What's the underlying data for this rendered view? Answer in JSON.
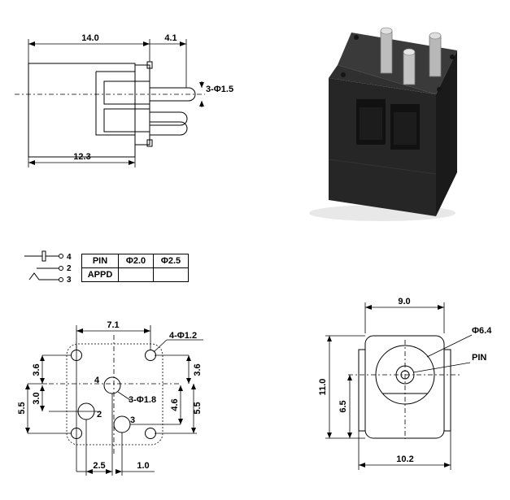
{
  "side_view": {
    "dim_overall_length": "14.0",
    "dim_pin_projection": "4.1",
    "dim_body_length": "12.3",
    "pin_callout": "3-Φ1.5"
  },
  "schematic": {
    "pins": [
      "4",
      "2",
      "3"
    ]
  },
  "pin_table": {
    "header": [
      "PIN",
      "Φ2.0",
      "Φ2.5"
    ],
    "rows": [
      [
        "APPD",
        "",
        ""
      ]
    ]
  },
  "pcb_layout": {
    "dim_mount_spacing": "7.1",
    "mount_hole_callout": "4-Φ1.2",
    "dim_left_upper": "3.6",
    "dim_left_inner": "3.0",
    "dim_left_outer": "5.5",
    "dim_right_upper": "3.6",
    "dim_right_inner": "4.6",
    "dim_right_outer": "5.5",
    "pin_hole_callout": "3-Φ1.8",
    "pin_labels": [
      "4",
      "2",
      "3"
    ],
    "dim_bottom_left": "2.5",
    "dim_bottom_right": "1.0"
  },
  "front_view": {
    "dim_width": "9.0",
    "dim_height": "11.0",
    "dim_center_height": "6.5",
    "dim_base_width": "10.2",
    "bore_callout": "Φ6.4",
    "pin_label": "PIN"
  },
  "photo": {
    "subject": "black-dc-power-jack-3-pin"
  }
}
